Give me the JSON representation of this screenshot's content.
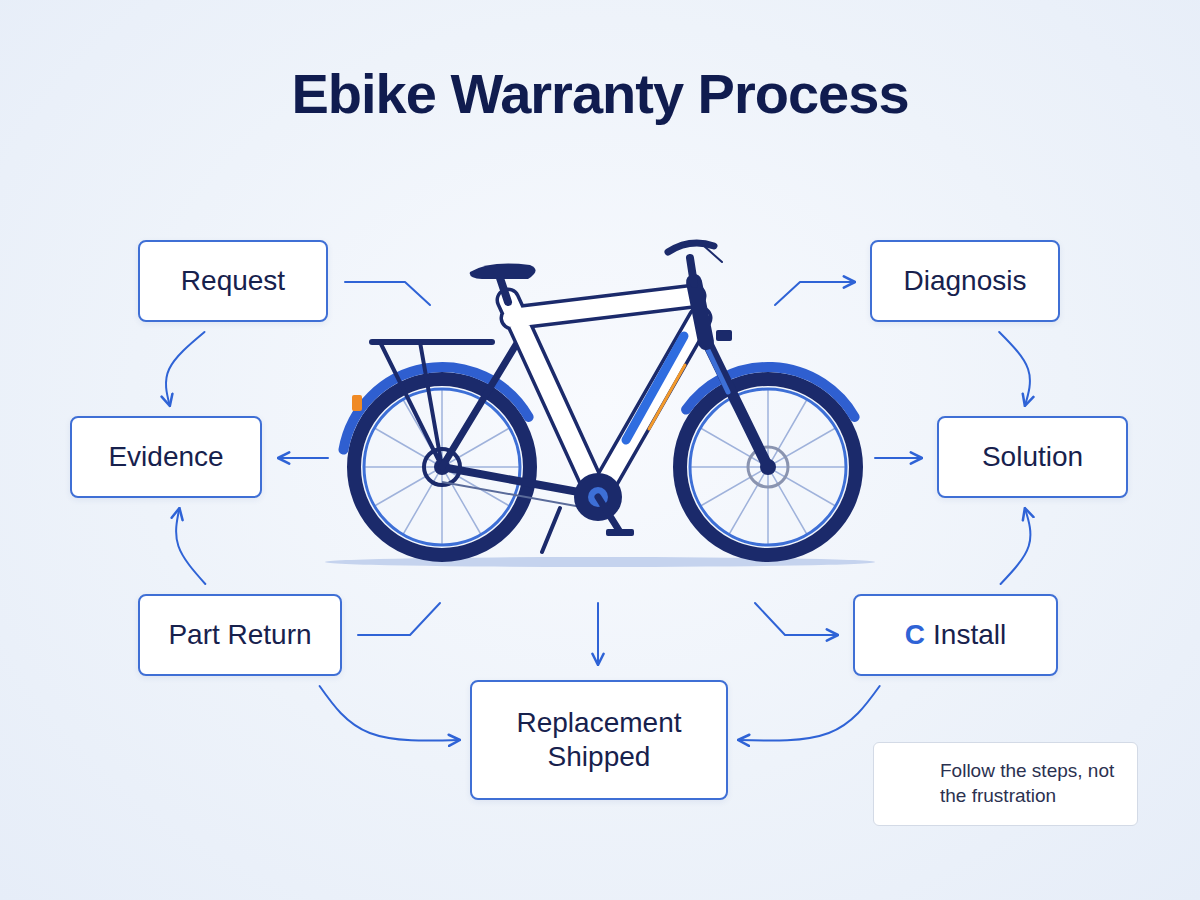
{
  "diagram": {
    "title": "Ebike Warranty Process",
    "nodes": [
      {
        "text": [
          "Request"
        ]
      },
      {
        "text": [
          "Diagnosis"
        ]
      },
      {
        "text": [
          "Evidence"
        ]
      },
      {
        "text": [
          "Solution"
        ]
      },
      {
        "text": [
          "Part Return"
        ]
      },
      {
        "text": [
          "C",
          "Install"
        ]
      },
      {
        "text": [
          "Replacement Shipped"
        ]
      },
      {
        "text": [
          "Follow the steps, not the frustration"
        ]
      }
    ],
    "edges": [
      {
        "from": 0,
        "to": 2,
        "arrow": "to"
      },
      {
        "from": 4,
        "to": 2,
        "arrow": "to"
      },
      {
        "from": 4,
        "to": 6,
        "arrow": "to"
      },
      {
        "from": 5,
        "to": 6,
        "arrow": "to"
      },
      {
        "from": 1,
        "to": 3,
        "arrow": "to"
      },
      {
        "from": 5,
        "to": 3,
        "arrow": "to"
      }
    ]
  }
}
